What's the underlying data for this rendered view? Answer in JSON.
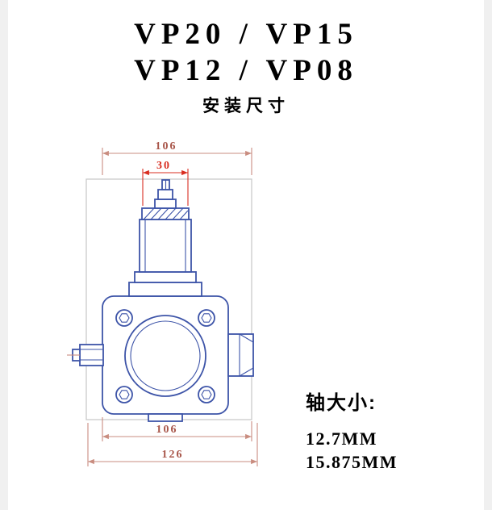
{
  "header": {
    "title_line1": "VP20 / VP15",
    "title_line2": "VP12 / VP08",
    "subtitle": "安装尺寸"
  },
  "drawing": {
    "description": "vane-pump-front-view-mounting-drawing",
    "line_color": "#3d54a8",
    "frame_color": "#c6c6c6",
    "dim_line_color": "#c98d80",
    "dim_text_color": "#a8564a",
    "valve_dim_color": "#d92f22",
    "dimensions": {
      "top_width": "106",
      "valve_width": "30",
      "body_width": "106",
      "overall_width": "126"
    }
  },
  "shaft": {
    "label": "轴大小:",
    "sizes": [
      "12.7MM",
      "15.875MM"
    ]
  }
}
